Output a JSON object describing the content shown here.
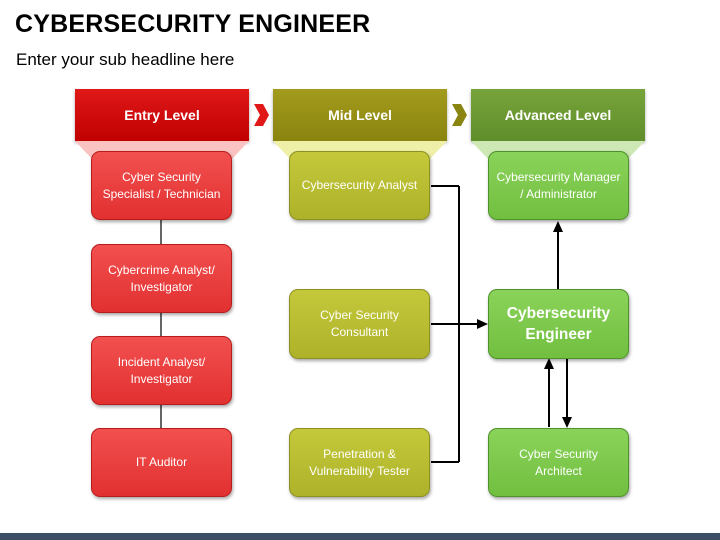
{
  "title": "CYBERSECURITY ENGINEER",
  "subtitle": "Enter your sub headline here",
  "headers": {
    "entry": "Entry Level",
    "mid": "Mid Level",
    "advanced": "Advanced Level"
  },
  "entry_boxes": [
    "Cyber Security Specialist / Technician",
    "Cybercrime Analyst/ Investigator",
    "Incident Analyst/ Investigator",
    "IT Auditor"
  ],
  "mid_boxes": [
    "Cybersecurity Analyst",
    "Cyber Security Consultant",
    "Penetration & Vulnerability Tester"
  ],
  "advanced_boxes": {
    "manager": "Cybersecurity Manager / Administrator",
    "engineer": "Cybersecurity Engineer",
    "architect": "Cyber Security Architect"
  },
  "colors": {
    "entry": "#e23030",
    "mid": "#adb22a",
    "advanced": "#72bf40",
    "footer": "#3b4f66"
  }
}
